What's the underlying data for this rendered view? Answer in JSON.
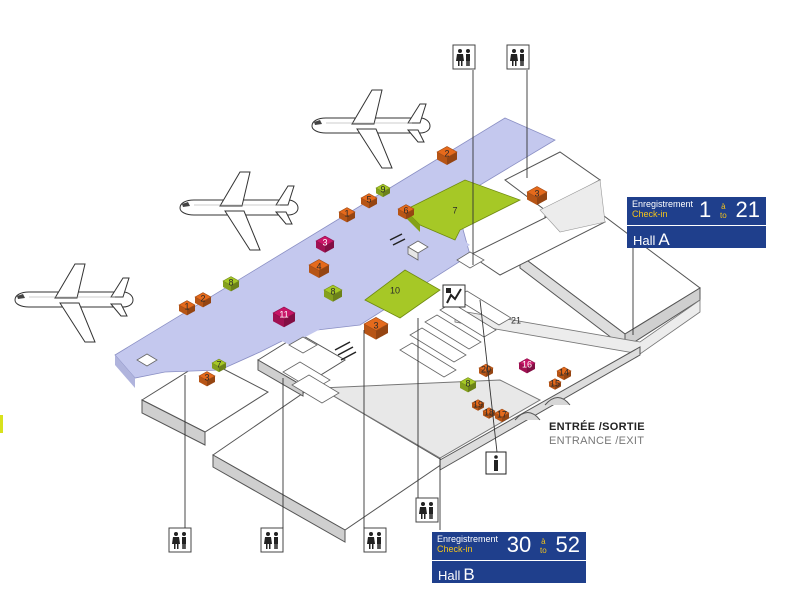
{
  "hall_a": {
    "check_in_fr": "Enregistrement",
    "check_in_en": "Check-in",
    "range_from": "1",
    "range_sep_fr": "à",
    "range_sep_en": "to",
    "range_to": "21",
    "hall_word": "Hall",
    "hall_letter": "A"
  },
  "hall_b": {
    "check_in_fr": "Enregistrement",
    "check_in_en": "Check-in",
    "range_from": "30",
    "range_sep_fr": "à",
    "range_sep_en": "to",
    "range_to": "52",
    "hall_word": "Hall",
    "hall_letter": "B"
  },
  "entrance": {
    "fr": "ENTRÉE  /SORTIE",
    "en": "ENTRANCE  /EXIT"
  },
  "counters": {
    "c1a": "1",
    "c2a": "2",
    "c8a": "8",
    "c2b": "2",
    "c1b": "1",
    "c5": "5",
    "c9": "9",
    "c6": "6",
    "c7a": "7",
    "c3a": "3",
    "c3b": "3",
    "c4": "4",
    "c8b": "8",
    "c11": "11",
    "c10": "10",
    "c3c": "3",
    "c21": "21",
    "c7b": "7",
    "c3d": "3",
    "c20": "20",
    "c8c": "8",
    "c19": "19",
    "c18": "18",
    "c17": "17",
    "c14": "14",
    "c15": "15",
    "c16": "16"
  },
  "colors": {
    "orange": "#e56a1c",
    "green": "#a6c826",
    "magenta": "#c81567",
    "floor": "#c4c8ee",
    "navy": "#1f3f8c",
    "accent_yellow": "#f3c31a"
  },
  "icons": {
    "restroom": "restroom-icon",
    "info": "info-icon",
    "elevator": "elevator-icon",
    "airplane": "airplane-icon"
  }
}
